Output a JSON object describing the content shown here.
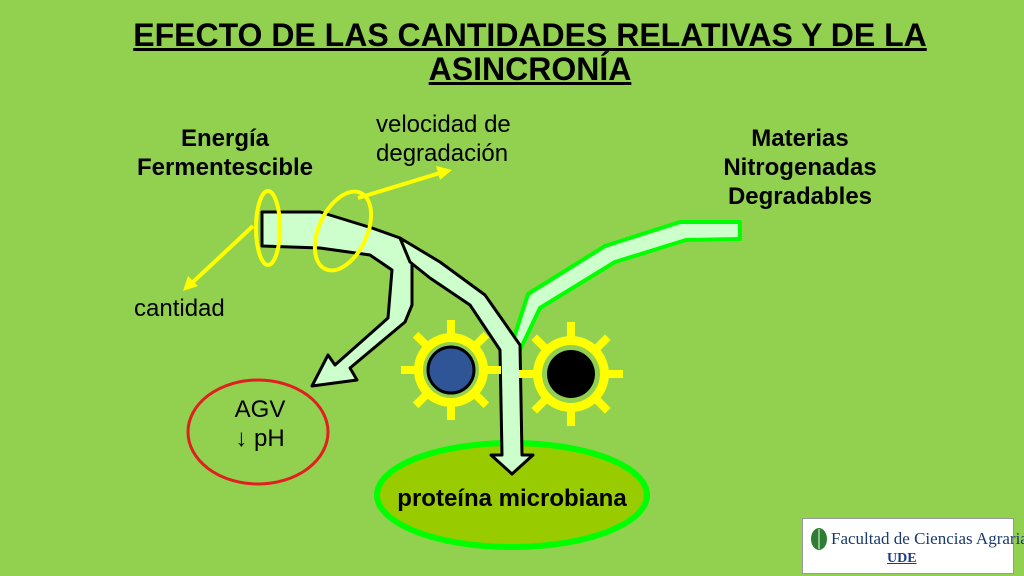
{
  "title": "EFECTO DE LAS CANTIDADES RELATIVAS Y  DE LA ASINCRONÍA",
  "labels": {
    "energia": [
      "Energía",
      "Fermentescible"
    ],
    "materias": [
      "Materias",
      "Nitrogenadas",
      "Degradables"
    ],
    "velocidad": [
      "velocidad de",
      "degradación"
    ],
    "cantidad": "cantidad",
    "agv": [
      "AGV",
      "↓ pH"
    ],
    "proteina": "proteína microbiana"
  },
  "logo": {
    "text": "Facultad de Ciencias Agrarias",
    "ude": "UDE"
  },
  "colors": {
    "background": "#92d050",
    "arrow_fill": "#ccffcc",
    "yellow": "#ffff00",
    "bright_green": "#00ff00",
    "red": "#e02020",
    "protein_fill": "#99cc00",
    "microbe_blue": "#2f5597"
  }
}
